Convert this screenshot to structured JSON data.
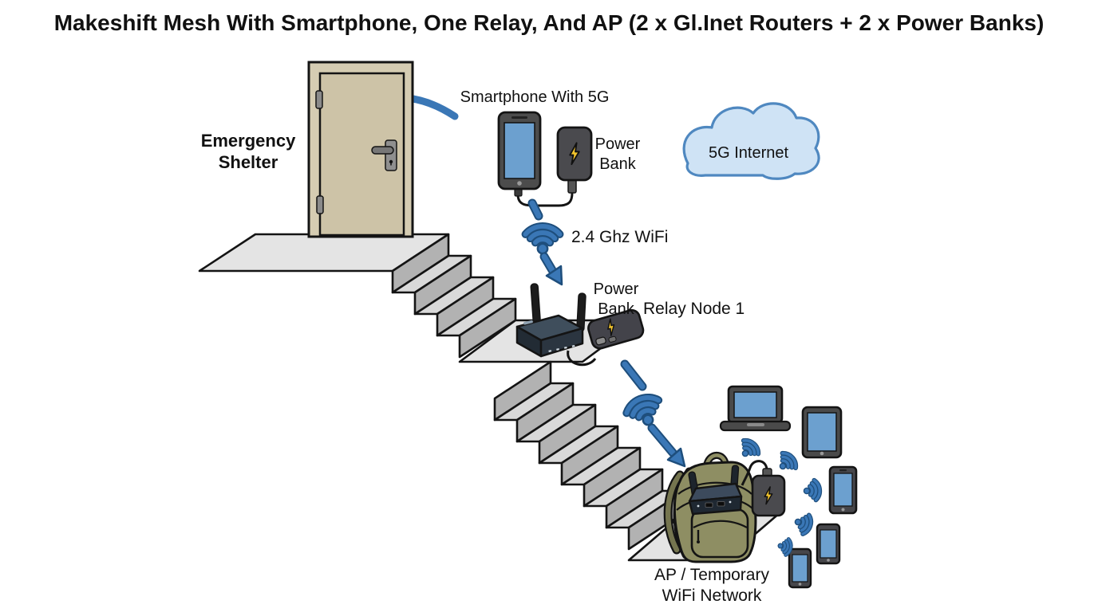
{
  "title": "Makeshift Mesh With Smartphone, One Relay, And AP (2 x Gl.Inet Routers + 2 x Power Banks)",
  "labels": {
    "shelter": {
      "line1": "Emergency",
      "line2": "Shelter"
    },
    "smartphone": "Smartphone With 5G",
    "powerbank_top": {
      "line1": "Power",
      "line2": "Bank"
    },
    "cloud": "5G Internet",
    "wifi_link": "2.4 Ghz WiFi",
    "powerbank_relay": {
      "line1": "Power",
      "line2": "Bank"
    },
    "relay_node": "Relay Node 1",
    "ap": {
      "line1": "AP / Temporary",
      "line2": "WiFi Network"
    }
  },
  "colors": {
    "signal_blue": "#3a77b6",
    "signal_outline": "#1e4e7c",
    "cloud_fill": "#cfe3f5",
    "cloud_stroke": "#4f88c0",
    "screen_blue": "#6ca0cf",
    "device_gray": "#494949",
    "door_beige": "#d5ccb2",
    "stair_gray": "#d9d9d9",
    "backpack_olive": "#8e8e63",
    "bolt_yellow": "#f2c42d"
  },
  "icons": {
    "wifi": "wifi-signal-icon",
    "arrow": "signal-arrow-icon",
    "bolt": "lightning-bolt-icon",
    "cloud": "internet-cloud-icon"
  }
}
